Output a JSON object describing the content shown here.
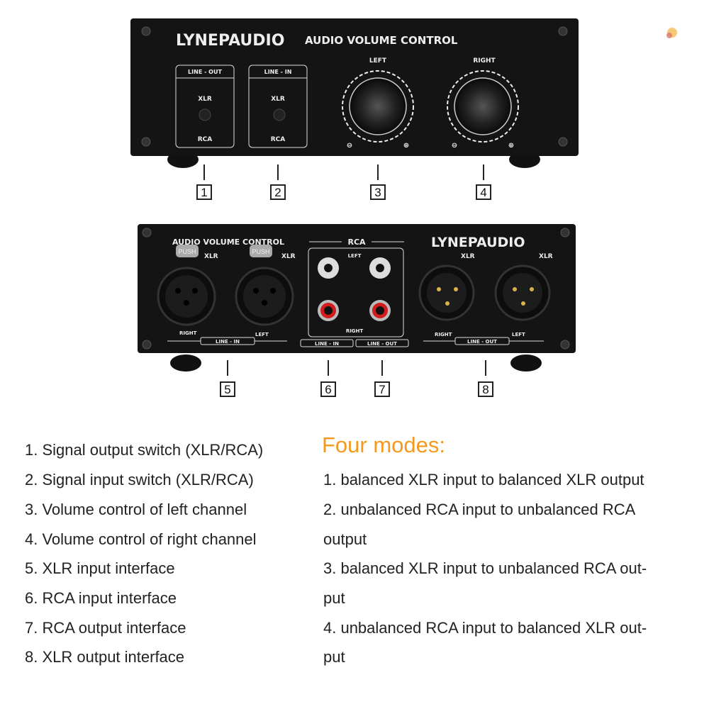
{
  "front_panel": {
    "brand": "LYNEPAUDIO",
    "title": "AUDIO VOLUME CONTROL",
    "line_out_label": "LINE - OUT",
    "line_in_label": "LINE - IN",
    "xlr": "XLR",
    "rca": "RCA",
    "left": "LEFT",
    "right": "RIGHT",
    "minus": "⊖",
    "plus": "⊕"
  },
  "rear_panel": {
    "title": "AUDIO VOLUME CONTROL",
    "brand": "LYNEPAUDIO",
    "rca": "RCA",
    "xlr": "XLR",
    "push": "PUSH",
    "left": "LEFT",
    "right": "RIGHT",
    "line_in": "LINE - IN",
    "line_out": "LINE - OUT"
  },
  "callouts": [
    "1",
    "2",
    "3",
    "4",
    "5",
    "6",
    "7",
    "8"
  ],
  "features": [
    "1. Signal output switch (XLR/RCA)",
    "2. Signal input switch (XLR/RCA)",
    "3. Volume control of left channel",
    "4. Volume control of right channel",
    "5. XLR input interface",
    "6. RCA input interface",
    "7. RCA output interface",
    "8. XLR output interface"
  ],
  "modes": {
    "title": "Four modes:",
    "lines": [
      "1. balanced XLR input to balanced XLR output",
      "2. unbalanced RCA input to unbalanced RCA",
      "output",
      "3. balanced XLR input to unbalanced RCA out-",
      "put",
      "4. unbalanced RCA input to balanced XLR out-",
      "put"
    ]
  },
  "colors": {
    "panel": "#141414",
    "accent": "#f39a1e",
    "rca_red": "#d21c1c"
  }
}
